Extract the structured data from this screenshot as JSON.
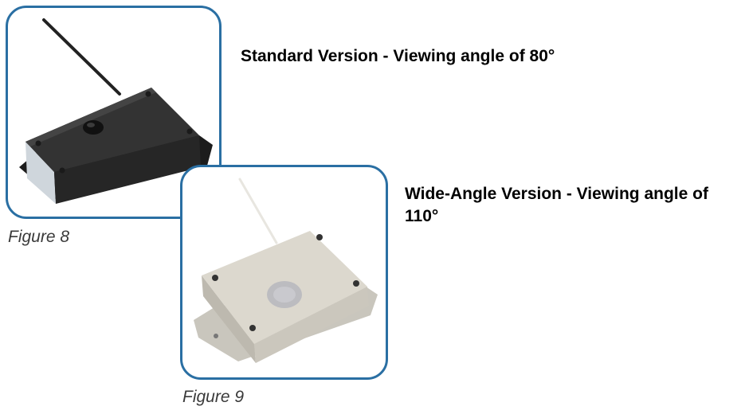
{
  "figures": [
    {
      "caption": "Figure 8",
      "description": "Standard Version - Viewing angle of 80°",
      "device_color": "#2b2b2b"
    },
    {
      "caption": "Figure 9",
      "description": "Wide-Angle Version - Viewing angle of 110°",
      "device_color": "#d6d2c8"
    }
  ],
  "colors": {
    "frame_border": "#2a6fa3",
    "caption_text": "#3a3a3a",
    "heading_text": "#000000"
  }
}
